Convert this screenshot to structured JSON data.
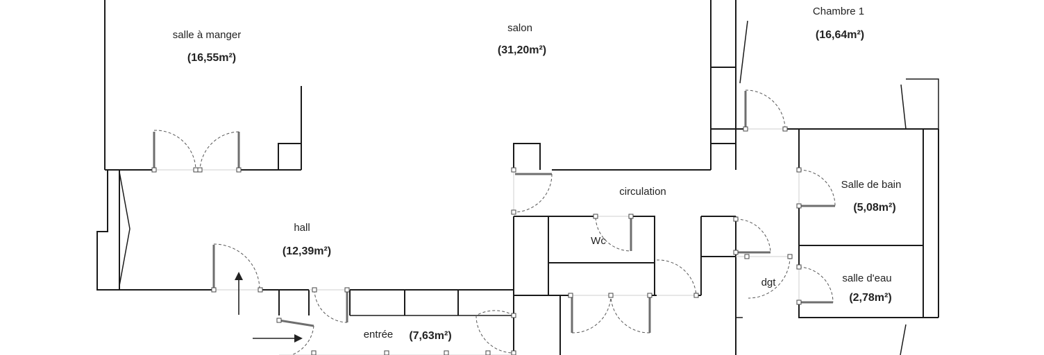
{
  "rooms": {
    "salle_a_manger": {
      "name": "salle à manger",
      "area": "(16,55m²)"
    },
    "salon": {
      "name": "salon",
      "area": "(31,20m²)"
    },
    "chambre_1": {
      "name": "Chambre 1",
      "area": "(16,64m²)"
    },
    "circulation": {
      "name": "circulation"
    },
    "salle_de_bain": {
      "name": "Salle de bain",
      "area": "(5,08m²)"
    },
    "hall": {
      "name": "hall",
      "area": "(12,39m²)"
    },
    "wc": {
      "name": "Wc"
    },
    "dgt": {
      "name": "dgt"
    },
    "salle_d_eau": {
      "name": "salle d'eau",
      "area": "(2,78m²)"
    },
    "entree": {
      "name": "entrée",
      "area": "(7,63m²)"
    }
  }
}
